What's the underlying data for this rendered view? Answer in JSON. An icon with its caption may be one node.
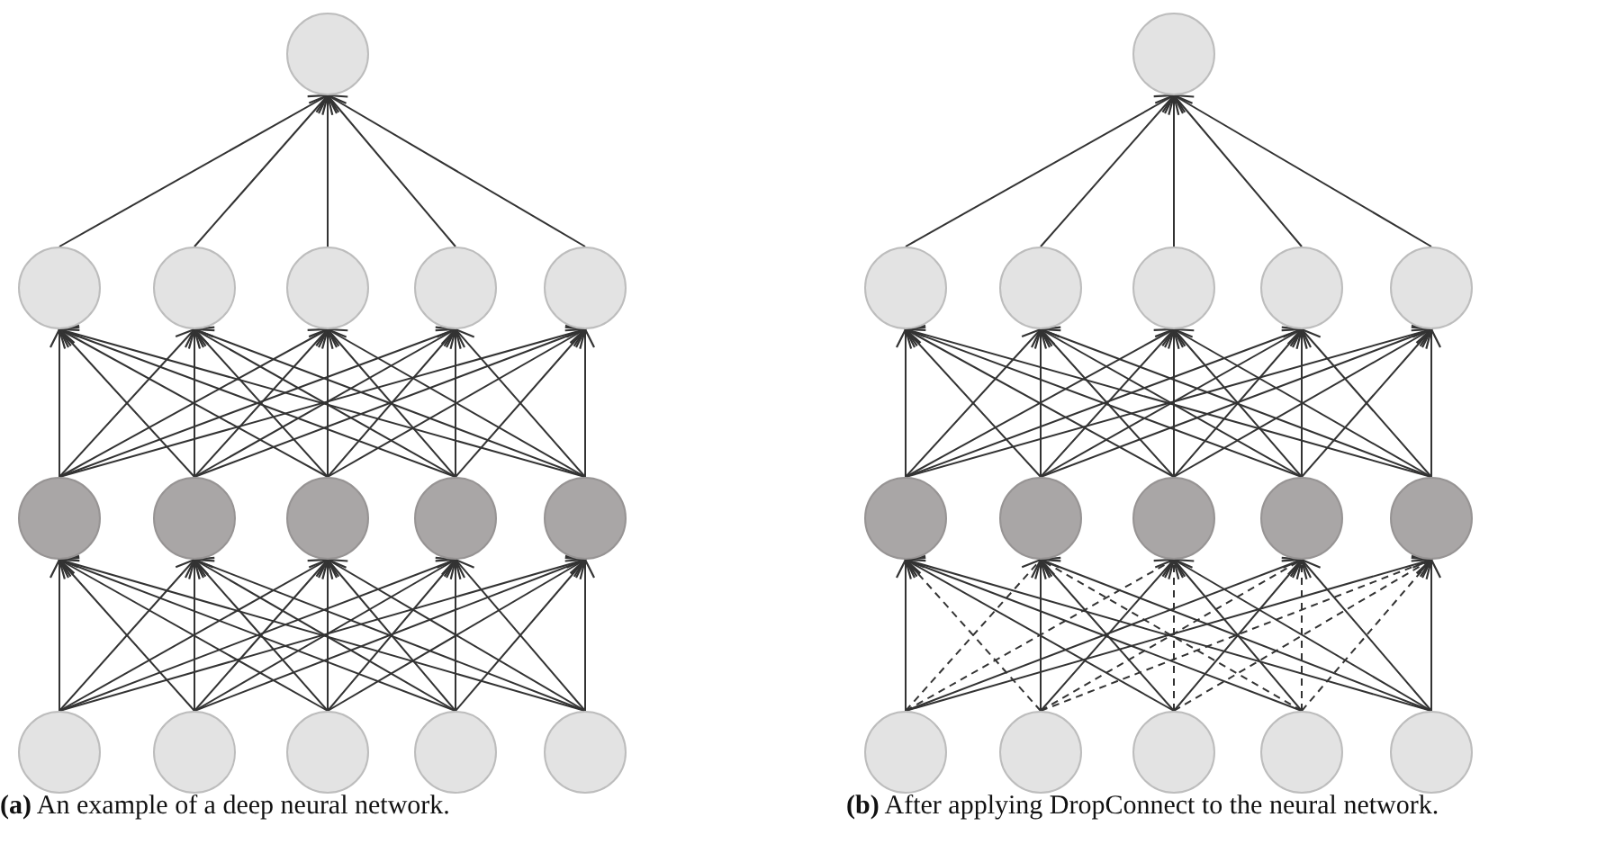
{
  "diagram": {
    "nodes": [
      {
        "text": [],
        "shape": "circle"
      },
      {
        "text": [],
        "shape": "circle"
      },
      {
        "text": [],
        "shape": "circle"
      },
      {
        "text": [],
        "shape": "circle"
      },
      {
        "text": [],
        "shape": "circle"
      },
      {
        "text": [],
        "shape": "circle"
      },
      {
        "text": [],
        "shape": "circle"
      },
      {
        "text": [],
        "shape": "circle"
      },
      {
        "text": [],
        "shape": "circle"
      },
      {
        "text": [],
        "shape": "circle"
      },
      {
        "text": [],
        "shape": "circle"
      },
      {
        "text": [],
        "shape": "circle"
      },
      {
        "text": [],
        "shape": "circle"
      },
      {
        "text": [],
        "shape": "circle"
      },
      {
        "text": [],
        "shape": "circle"
      },
      {
        "text": [],
        "shape": "circle"
      },
      {
        "text": [],
        "shape": "circle"
      },
      {
        "text": [],
        "shape": "circle"
      },
      {
        "text": [],
        "shape": "circle"
      },
      {
        "text": [],
        "shape": "circle"
      },
      {
        "text": [],
        "shape": "circle"
      },
      {
        "text": [],
        "shape": "circle"
      },
      {
        "text": [],
        "shape": "circle"
      },
      {
        "text": [],
        "shape": "circle"
      },
      {
        "text": [],
        "shape": "circle"
      },
      {
        "text": [],
        "shape": "circle"
      },
      {
        "text": [],
        "shape": "circle"
      },
      {
        "text": [],
        "shape": "circle"
      },
      {
        "text": [],
        "shape": "circle"
      },
      {
        "text": [],
        "shape": "circle"
      },
      {
        "text": [],
        "shape": "circle"
      },
      {
        "text": [],
        "shape": "circle"
      }
    ],
    "edges": [
      {
        "from": 11,
        "to": 6,
        "arrow": "to"
      },
      {
        "from": 11,
        "to": 7,
        "arrow": "to"
      },
      {
        "from": 11,
        "to": 8,
        "arrow": "to"
      },
      {
        "from": 11,
        "to": 9,
        "arrow": "to"
      },
      {
        "from": 11,
        "to": 10,
        "arrow": "to"
      },
      {
        "from": 12,
        "to": 6,
        "arrow": "to"
      },
      {
        "from": 12,
        "to": 7,
        "arrow": "to"
      },
      {
        "from": 12,
        "to": 8,
        "arrow": "to"
      },
      {
        "from": 12,
        "to": 9,
        "arrow": "to"
      },
      {
        "from": 12,
        "to": 10,
        "arrow": "to"
      },
      {
        "from": 13,
        "to": 6,
        "arrow": "to"
      },
      {
        "from": 13,
        "to": 7,
        "arrow": "to"
      },
      {
        "from": 13,
        "to": 8,
        "arrow": "to"
      },
      {
        "from": 13,
        "to": 9,
        "arrow": "to"
      },
      {
        "from": 13,
        "to": 10,
        "arrow": "to"
      },
      {
        "from": 14,
        "to": 6,
        "arrow": "to"
      },
      {
        "from": 14,
        "to": 7,
        "arrow": "to"
      },
      {
        "from": 14,
        "to": 8,
        "arrow": "to"
      },
      {
        "from": 14,
        "to": 9,
        "arrow": "to"
      },
      {
        "from": 14,
        "to": 10,
        "arrow": "to"
      },
      {
        "from": 15,
        "to": 6,
        "arrow": "to"
      },
      {
        "from": 15,
        "to": 7,
        "arrow": "to"
      },
      {
        "from": 15,
        "to": 8,
        "arrow": "to"
      },
      {
        "from": 15,
        "to": 9,
        "arrow": "to"
      },
      {
        "from": 15,
        "to": 10,
        "arrow": "to"
      },
      {
        "from": 6,
        "to": 1,
        "arrow": "to"
      },
      {
        "from": 6,
        "to": 2,
        "arrow": "to"
      },
      {
        "from": 6,
        "to": 3,
        "arrow": "to"
      },
      {
        "from": 6,
        "to": 4,
        "arrow": "to"
      },
      {
        "from": 6,
        "to": 5,
        "arrow": "to"
      },
      {
        "from": 7,
        "to": 1,
        "arrow": "to"
      },
      {
        "from": 7,
        "to": 2,
        "arrow": "to"
      },
      {
        "from": 7,
        "to": 3,
        "arrow": "to"
      },
      {
        "from": 7,
        "to": 4,
        "arrow": "to"
      },
      {
        "from": 7,
        "to": 5,
        "arrow": "to"
      },
      {
        "from": 8,
        "to": 1,
        "arrow": "to"
      },
      {
        "from": 8,
        "to": 2,
        "arrow": "to"
      },
      {
        "from": 8,
        "to": 3,
        "arrow": "to"
      },
      {
        "from": 8,
        "to": 4,
        "arrow": "to"
      },
      {
        "from": 8,
        "to": 5,
        "arrow": "to"
      },
      {
        "from": 9,
        "to": 1,
        "arrow": "to"
      },
      {
        "from": 9,
        "to": 2,
        "arrow": "to"
      },
      {
        "from": 9,
        "to": 3,
        "arrow": "to"
      },
      {
        "from": 9,
        "to": 4,
        "arrow": "to"
      },
      {
        "from": 9,
        "to": 5,
        "arrow": "to"
      },
      {
        "from": 10,
        "to": 1,
        "arrow": "to"
      },
      {
        "from": 10,
        "to": 2,
        "arrow": "to"
      },
      {
        "from": 10,
        "to": 3,
        "arrow": "to"
      },
      {
        "from": 10,
        "to": 4,
        "arrow": "to"
      },
      {
        "from": 10,
        "to": 5,
        "arrow": "to"
      },
      {
        "from": 1,
        "to": 0,
        "arrow": "to"
      },
      {
        "from": 2,
        "to": 0,
        "arrow": "to"
      },
      {
        "from": 3,
        "to": 0,
        "arrow": "to"
      },
      {
        "from": 4,
        "to": 0,
        "arrow": "to"
      },
      {
        "from": 5,
        "to": 0,
        "arrow": "to"
      },
      {
        "from": 27,
        "to": 22,
        "arrow": "to"
      },
      {
        "from": 27,
        "to": 23,
        "arrow": "to",
        "style": "dashed"
      },
      {
        "from": 27,
        "to": 24,
        "arrow": "to",
        "style": "dashed"
      },
      {
        "from": 27,
        "to": 25,
        "arrow": "to"
      },
      {
        "from": 27,
        "to": 26,
        "arrow": "to"
      },
      {
        "from": 28,
        "to": 22,
        "arrow": "to",
        "style": "dashed"
      },
      {
        "from": 28,
        "to": 23,
        "arrow": "to"
      },
      {
        "from": 28,
        "to": 24,
        "arrow": "to"
      },
      {
        "from": 28,
        "to": 25,
        "arrow": "to",
        "style": "dashed"
      },
      {
        "from": 28,
        "to": 26,
        "arrow": "to",
        "style": "dashed"
      },
      {
        "from": 29,
        "to": 22,
        "arrow": "to"
      },
      {
        "from": 29,
        "to": 23,
        "arrow": "to"
      },
      {
        "from": 29,
        "to": 24,
        "arrow": "to",
        "style": "dashed"
      },
      {
        "from": 29,
        "to": 25,
        "arrow": "to"
      },
      {
        "from": 29,
        "to": 26,
        "arrow": "to",
        "style": "dashed"
      },
      {
        "from": 30,
        "to": 22,
        "arrow": "to"
      },
      {
        "from": 30,
        "to": 23,
        "arrow": "to",
        "style": "dashed"
      },
      {
        "from": 30,
        "to": 24,
        "arrow": "to"
      },
      {
        "from": 30,
        "to": 25,
        "arrow": "to",
        "style": "dashed"
      },
      {
        "from": 30,
        "to": 26,
        "arrow": "to",
        "style": "dashed"
      },
      {
        "from": 31,
        "to": 22,
        "arrow": "to"
      },
      {
        "from": 31,
        "to": 23,
        "arrow": "to"
      },
      {
        "from": 31,
        "to": 24,
        "arrow": "to"
      },
      {
        "from": 31,
        "to": 25,
        "arrow": "to"
      },
      {
        "from": 31,
        "to": 26,
        "arrow": "to"
      },
      {
        "from": 22,
        "to": 17,
        "arrow": "to"
      },
      {
        "from": 22,
        "to": 18,
        "arrow": "to"
      },
      {
        "from": 22,
        "to": 19,
        "arrow": "to"
      },
      {
        "from": 22,
        "to": 20,
        "arrow": "to"
      },
      {
        "from": 22,
        "to": 21,
        "arrow": "to"
      },
      {
        "from": 23,
        "to": 17,
        "arrow": "to"
      },
      {
        "from": 23,
        "to": 18,
        "arrow": "to"
      },
      {
        "from": 23,
        "to": 19,
        "arrow": "to"
      },
      {
        "from": 23,
        "to": 20,
        "arrow": "to"
      },
      {
        "from": 23,
        "to": 21,
        "arrow": "to"
      },
      {
        "from": 24,
        "to": 17,
        "arrow": "to"
      },
      {
        "from": 24,
        "to": 18,
        "arrow": "to"
      },
      {
        "from": 24,
        "to": 19,
        "arrow": "to"
      },
      {
        "from": 24,
        "to": 20,
        "arrow": "to"
      },
      {
        "from": 24,
        "to": 21,
        "arrow": "to"
      },
      {
        "from": 25,
        "to": 17,
        "arrow": "to"
      },
      {
        "from": 25,
        "to": 18,
        "arrow": "to"
      },
      {
        "from": 25,
        "to": 19,
        "arrow": "to"
      },
      {
        "from": 25,
        "to": 20,
        "arrow": "to"
      },
      {
        "from": 25,
        "to": 21,
        "arrow": "to"
      },
      {
        "from": 26,
        "to": 17,
        "arrow": "to"
      },
      {
        "from": 26,
        "to": 18,
        "arrow": "to"
      },
      {
        "from": 26,
        "to": 19,
        "arrow": "to"
      },
      {
        "from": 26,
        "to": 20,
        "arrow": "to"
      },
      {
        "from": 26,
        "to": 21,
        "arrow": "to"
      },
      {
        "from": 17,
        "to": 16,
        "arrow": "to"
      },
      {
        "from": 18,
        "to": 16,
        "arrow": "to"
      },
      {
        "from": 19,
        "to": 16,
        "arrow": "to"
      },
      {
        "from": 20,
        "to": 16,
        "arrow": "to"
      },
      {
        "from": 21,
        "to": 16,
        "arrow": "to"
      }
    ],
    "labels": [
      "**(a)** An example of a deep neural network.",
      "**(b)** After applying DropConnect to the neural network."
    ]
  }
}
